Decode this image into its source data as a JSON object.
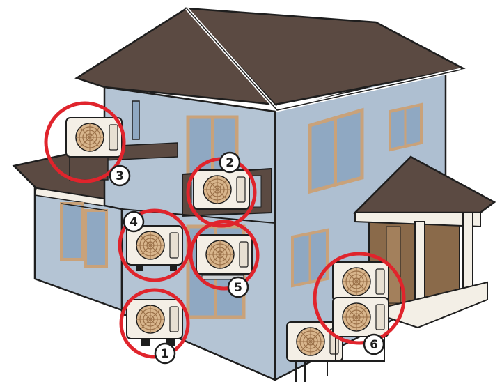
{
  "colors": {
    "wall": "#b4c4d4",
    "wall_shade": "#9fb2c5",
    "roof": "#5b4a42",
    "roof_edge": "#ffffff",
    "outline": "#1e1e1e",
    "window_frame": "#c9a27a",
    "window_glass": "#8fa8c2",
    "unit_body": "#f4efe6",
    "unit_fan": "#c79b6a",
    "highlight": "#e0242c",
    "porch": "#f3efe6",
    "door": "#8a6a4a"
  },
  "markers": [
    {
      "label": "1",
      "target": "ground-unit-front",
      "icon": "air-conditioner-outdoor-unit-icon"
    },
    {
      "label": "2",
      "target": "balcony-unit",
      "icon": "air-conditioner-outdoor-unit-icon"
    },
    {
      "label": "3",
      "target": "roof-mounted-unit",
      "icon": "air-conditioner-outdoor-unit-icon"
    },
    {
      "label": "4",
      "target": "wall-mounted-unit",
      "icon": "air-conditioner-outdoor-unit-icon"
    },
    {
      "label": "5",
      "target": "rack-mounted-unit",
      "icon": "air-conditioner-outdoor-unit-icon"
    },
    {
      "label": "6",
      "target": "stacked-units",
      "icon": "air-conditioner-outdoor-unit-icon"
    }
  ]
}
